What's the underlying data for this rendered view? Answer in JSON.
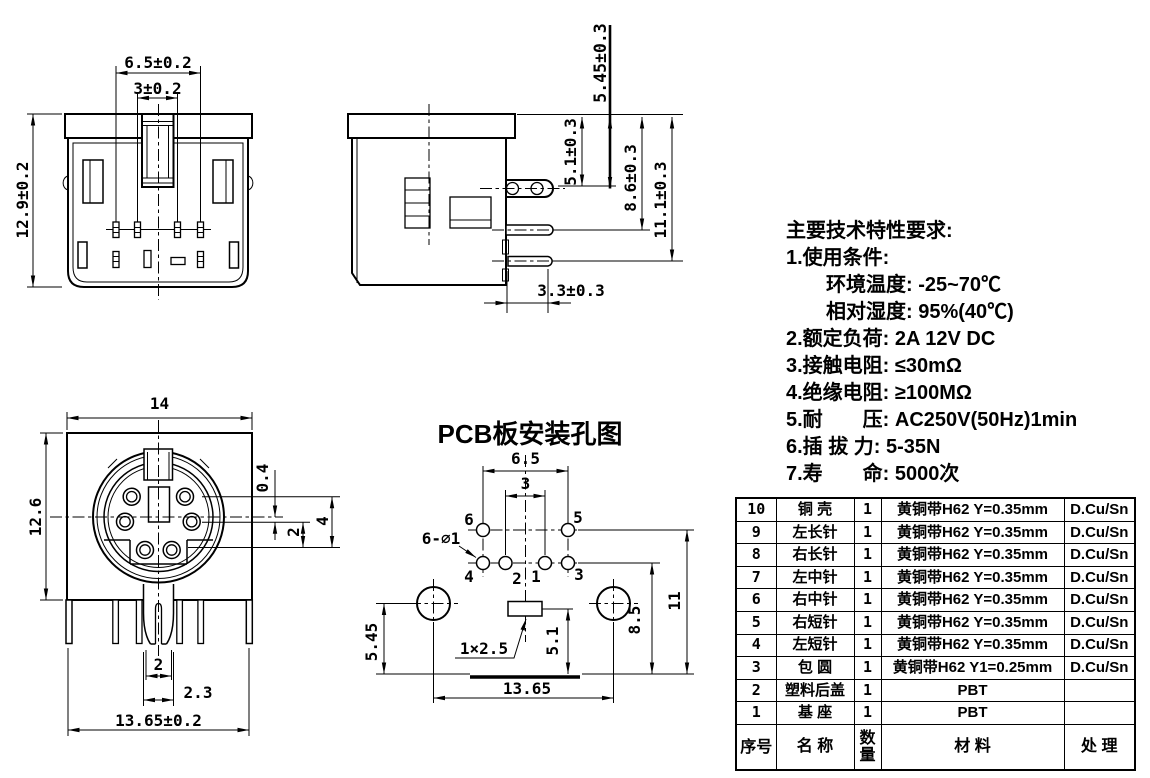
{
  "drawing": {
    "rear_view": {
      "dim_width_outer": "6.5±0.2",
      "dim_width_inner": "3±0.2",
      "dim_height": "12.9±0.2"
    },
    "side_view": {
      "dim_pin1_offset_bold": "5.45±0.3",
      "dim_pin1_offset": "5.1±0.3",
      "dim_pin2_offset": "8.6±0.3",
      "dim_pin3_offset": "11.1±0.3",
      "dim_pin_length": "3.3±0.3"
    },
    "front_view": {
      "dim_width": "14",
      "dim_height": "12.6",
      "dim_hole_offset": "0.4",
      "dim_rows_span": "4",
      "dim_row_gap": "2",
      "dim_tab_width": "2",
      "dim_tab_span": "2.3",
      "dim_leg_span": "13.65±0.2"
    },
    "pcb_view": {
      "title": "PCB板安装孔图",
      "dim_top_span": "6.5",
      "dim_inner_span": "3",
      "hole_callout": "6-⌀1",
      "slot_callout": "1×2.5",
      "dim_left_height": "5.45",
      "dim_slot_height": "5.1",
      "dim_mid_height": "8.5",
      "dim_top_height": "11",
      "dim_bottom_span": "13.65",
      "pin_labels": {
        "p1": "1",
        "p2": "2",
        "p3": "3",
        "p4": "4",
        "p5": "5",
        "p6": "6"
      }
    }
  },
  "specs": {
    "title": "主要技术特性要求:",
    "lines": [
      {
        "text": "1.使用条件:",
        "indent": 0
      },
      {
        "text": "环境温度: -25~70℃",
        "indent": 1
      },
      {
        "text": "相对湿度: 95%(40℃)",
        "indent": 1
      },
      {
        "text": "2.额定负荷: 2A 12V DC",
        "indent": 0
      },
      {
        "text": "3.接触电阻: ≤30mΩ",
        "indent": 0
      },
      {
        "text": "4.绝缘电阻: ≥100MΩ",
        "indent": 0
      },
      {
        "text": "5.耐　　压: AC250V(50Hz)1min",
        "indent": 0
      },
      {
        "text": "6.插 拔 力: 5-35N",
        "indent": 0
      },
      {
        "text": "7.寿　　命: 5000次",
        "indent": 0
      }
    ]
  },
  "bom": {
    "headers": [
      "序号",
      "名 称",
      "数量",
      "材 料",
      "处 理"
    ],
    "rows": [
      [
        "10",
        "铜 壳",
        "1",
        "黄铜带H62 Y=0.35mm",
        "D.Cu/Sn"
      ],
      [
        "9",
        "左长针",
        "1",
        "黄铜带H62 Y=0.35mm",
        "D.Cu/Sn"
      ],
      [
        "8",
        "右长针",
        "1",
        "黄铜带H62 Y=0.35mm",
        "D.Cu/Sn"
      ],
      [
        "7",
        "左中针",
        "1",
        "黄铜带H62 Y=0.35mm",
        "D.Cu/Sn"
      ],
      [
        "6",
        "右中针",
        "1",
        "黄铜带H62 Y=0.35mm",
        "D.Cu/Sn"
      ],
      [
        "5",
        "右短针",
        "1",
        "黄铜带H62 Y=0.35mm",
        "D.Cu/Sn"
      ],
      [
        "4",
        "左短针",
        "1",
        "黄铜带H62 Y=0.35mm",
        "D.Cu/Sn"
      ],
      [
        "3",
        "包 圆",
        "1",
        "黄铜带H62 Y1=0.25mm",
        "D.Cu/Sn"
      ],
      [
        "2",
        "塑料后盖",
        "1",
        "PBT",
        ""
      ],
      [
        "1",
        "基 座",
        "1",
        "PBT",
        ""
      ]
    ]
  }
}
